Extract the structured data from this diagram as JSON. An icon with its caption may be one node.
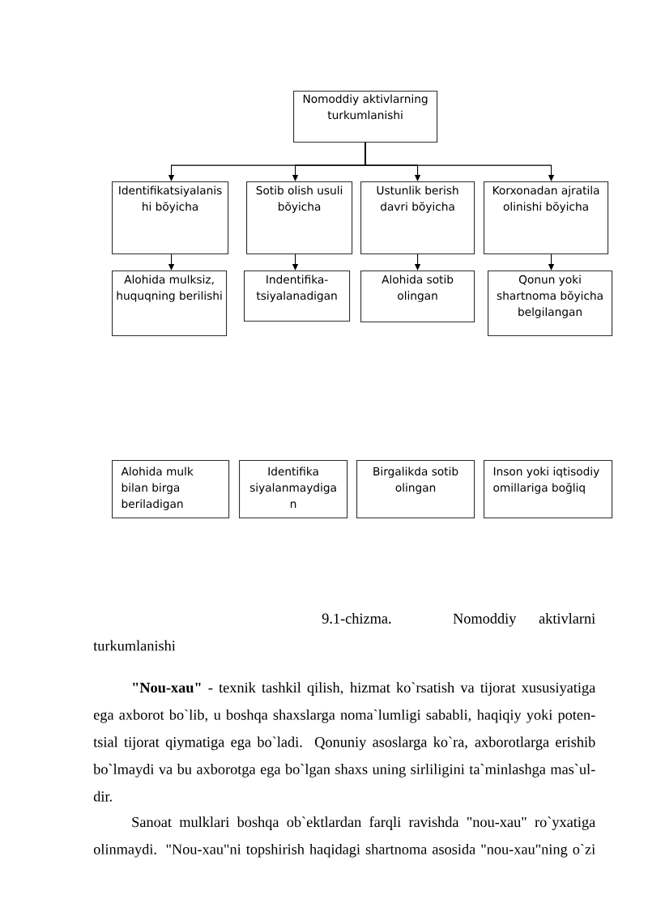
{
  "diagram": {
    "caption": "9.1-chizma. Nomoddiy aktivlarni turkumlanishi",
    "nodes": [
      {
        "text": [
          "Nomoddiy aktivlarning turkumlanishi"
        ]
      },
      {
        "text": [
          "Identifikatsiyalanis hi bŏyicha"
        ]
      },
      {
        "text": [
          "Sotib olish usuli bŏyicha"
        ]
      },
      {
        "text": [
          "Ustunlik berish davri bŏyicha"
        ]
      },
      {
        "text": [
          "Korxonadan ajratila olinishi bŏyicha"
        ]
      },
      {
        "text": [
          "Alohida mulksiz, huquqning berilishi"
        ]
      },
      {
        "text": [
          "Indentifika- tsiyalanadigan"
        ]
      },
      {
        "text": [
          "Alohida sotib olingan"
        ]
      },
      {
        "text": [
          "Qonun yoki shartnoma bŏyicha belgilangan"
        ]
      },
      {
        "text": [
          "Alohida mulk bilan birga beriladigan"
        ]
      },
      {
        "text": [
          "Identifika siyalanmaydiga n"
        ]
      },
      {
        "text": [
          "Birgalikda sotib olingan"
        ]
      },
      {
        "text": [
          "Inson yoki iqtisodiy omillariga boğliq"
        ]
      }
    ],
    "edges": [
      {
        "from": 0,
        "to": 1,
        "arrow": "to"
      },
      {
        "from": 0,
        "to": 2,
        "arrow": "to"
      },
      {
        "from": 0,
        "to": 3,
        "arrow": "to"
      },
      {
        "from": 0,
        "to": 4,
        "arrow": "to"
      },
      {
        "from": 1,
        "to": 5,
        "arrow": "to"
      },
      {
        "from": 2,
        "to": 6,
        "arrow": "to"
      },
      {
        "from": 3,
        "to": 7,
        "arrow": "to"
      },
      {
        "from": 4,
        "to": 8,
        "arrow": "to"
      }
    ],
    "labels": [
      "**\"Nou-xau\"** - texnik tashkil qilish, hizmat ko`rsatish va tijorat xususiyatiga ega axborot bo`lib, u boshqa shaxslarga noma`lumligi sababli, haqiqiy yoki poten- tsial tijorat qiymatiga ega bo`ladi. Qonuniy asoslarga ko`ra, axborotlarga erishib bo`lmaydi va bu axborotga ega bo`lgan shaxs uning sirliligini ta`minlashga mas`ul- dir.",
      "Sanoat mulklari boshqa ob`ektlardan farqli ravishda \"nou-xau\" ro`yxatiga olinmaydi. \"Nou-xau\"ni topshirish haqidagi shartnoma asosida \"nou-xau\"ning o`zi"
    ]
  }
}
